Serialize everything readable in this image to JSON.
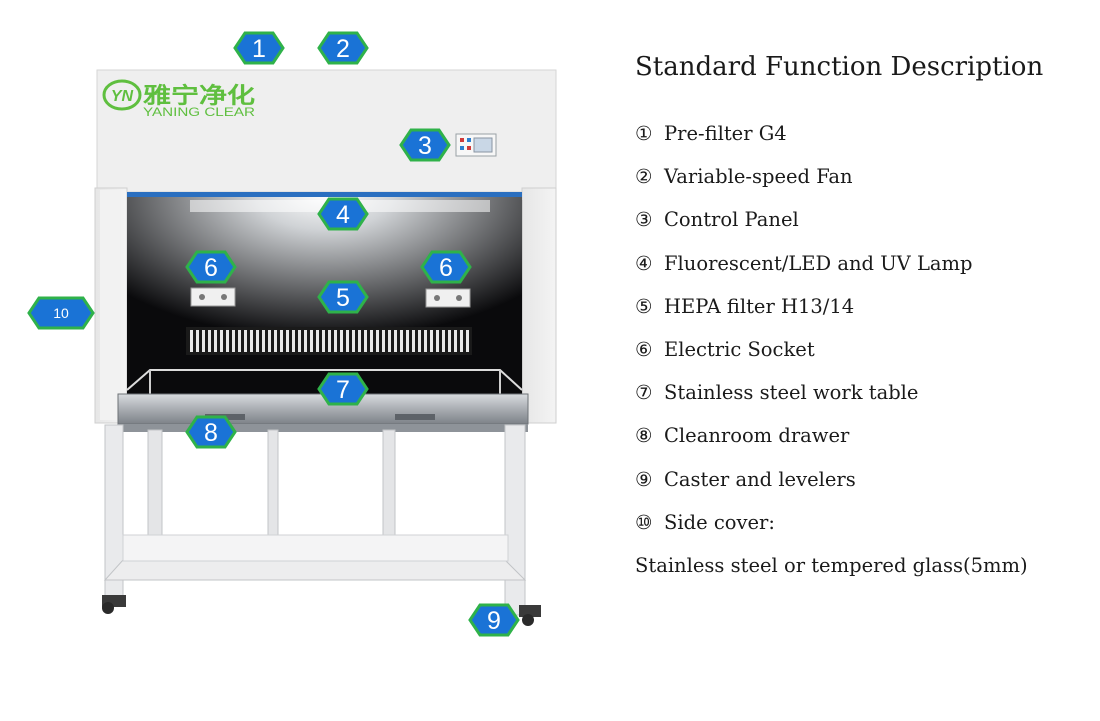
{
  "brand": {
    "logo_mark": "YN",
    "name_cn": "雅宁净化",
    "name_en": "YANING CLEAR"
  },
  "title": "Standard Function Description",
  "items": [
    {
      "num": "①",
      "text": "Pre-filter G4"
    },
    {
      "num": "②",
      "text": "Variable-speed Fan"
    },
    {
      "num": "③",
      "text": "Control Panel"
    },
    {
      "num": "④",
      "text": "Fluorescent/LED and UV Lamp"
    },
    {
      "num": "⑤",
      "text": "HEPA filter H13/14"
    },
    {
      "num": "⑥",
      "text": "Electric Socket"
    },
    {
      "num": "⑦",
      "text": "Stainless steel work table"
    },
    {
      "num": "⑧",
      "text": "Cleanroom drawer"
    },
    {
      "num": "⑨",
      "text": "Caster and levelers"
    },
    {
      "num": "⑩",
      "text": "Side cover:"
    }
  ],
  "note": "Stainless steel or tempered glass(5mm)",
  "callouts": [
    "1",
    "2",
    "3",
    "4",
    "5",
    "6",
    "6",
    "7",
    "8",
    "9",
    "10"
  ],
  "colors": {
    "callout_fill": "#1a73d6",
    "callout_border": "#2fb24a",
    "cabinet": "#ececec",
    "logo": "#5fbf3f"
  }
}
